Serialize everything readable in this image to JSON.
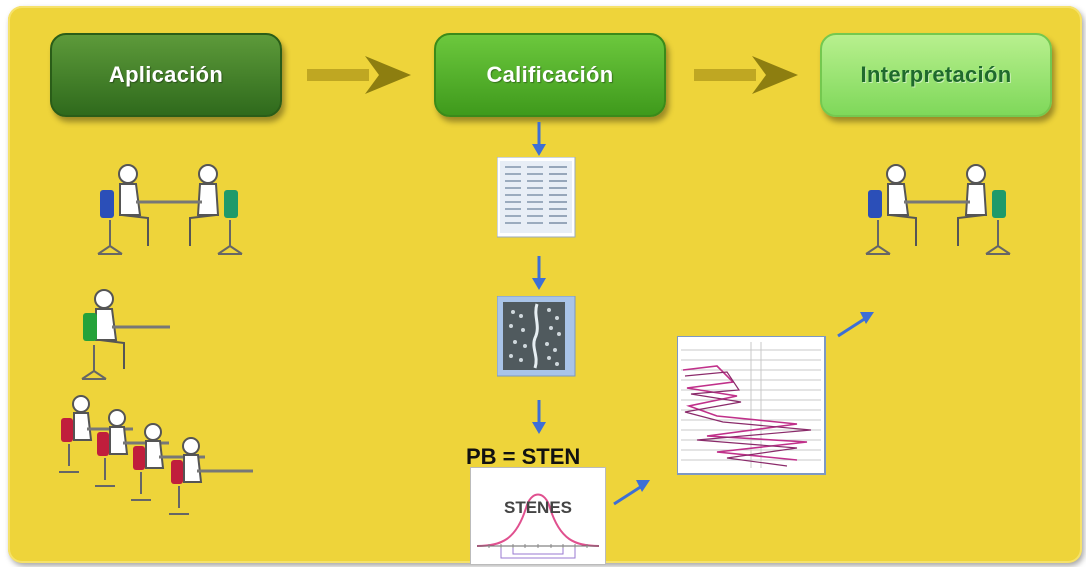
{
  "steps": [
    {
      "label": "Aplicación"
    },
    {
      "label": "Calificación"
    },
    {
      "label": "Interpretación"
    }
  ],
  "formula": "PB = STEN",
  "sten_chart_label": "STENES",
  "colors": {
    "background": "#eed43a",
    "step1": "#2f6a1c",
    "step2": "#3f9a1c",
    "step3": "#7fd85a",
    "arrow": "#3d6fd6"
  }
}
